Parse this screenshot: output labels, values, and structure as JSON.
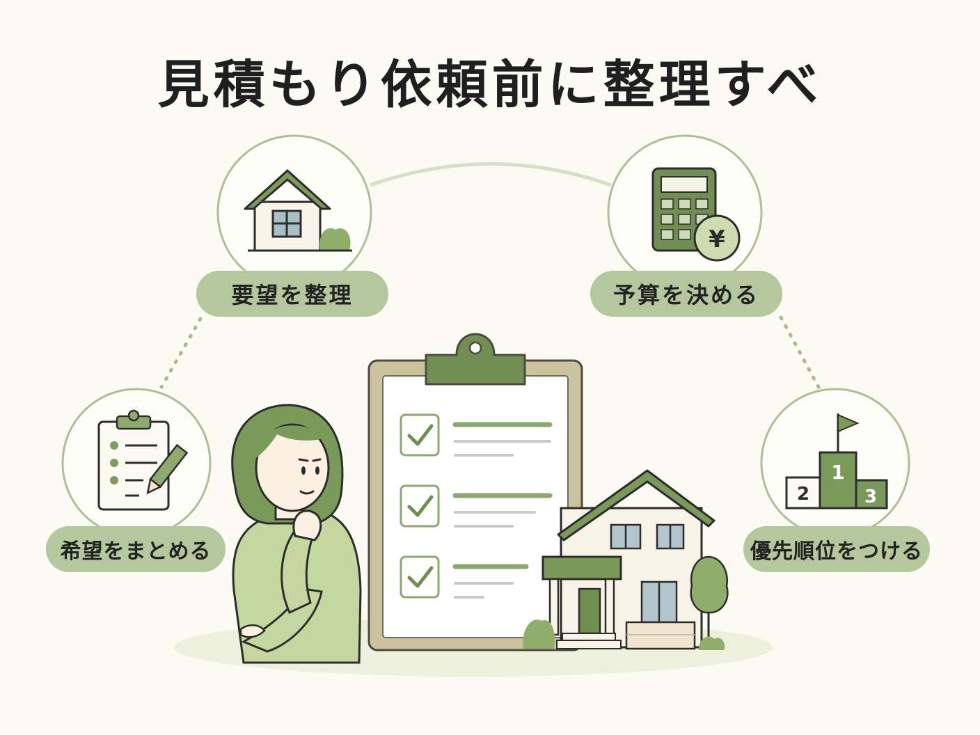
{
  "title": "見積もり依頼前に整理すべ",
  "steps": [
    {
      "label": "要望を整理",
      "icon": "house-icon"
    },
    {
      "label": "予算を決める",
      "icon": "calculator-yen-icon"
    },
    {
      "label": "希望をまとめる",
      "icon": "clipboard-pencil-icon"
    },
    {
      "label": "優先順位をつける",
      "icon": "podium-flag-icon"
    }
  ],
  "currency_symbol": "¥",
  "podium": {
    "first": "1",
    "second": "2",
    "third": "3"
  },
  "colors": {
    "accent": "#b5c79c",
    "dark_green": "#6f8f4f",
    "circle_stroke": "#aebf95",
    "background": "#fbfaf3",
    "text": "#1f1f1f"
  }
}
